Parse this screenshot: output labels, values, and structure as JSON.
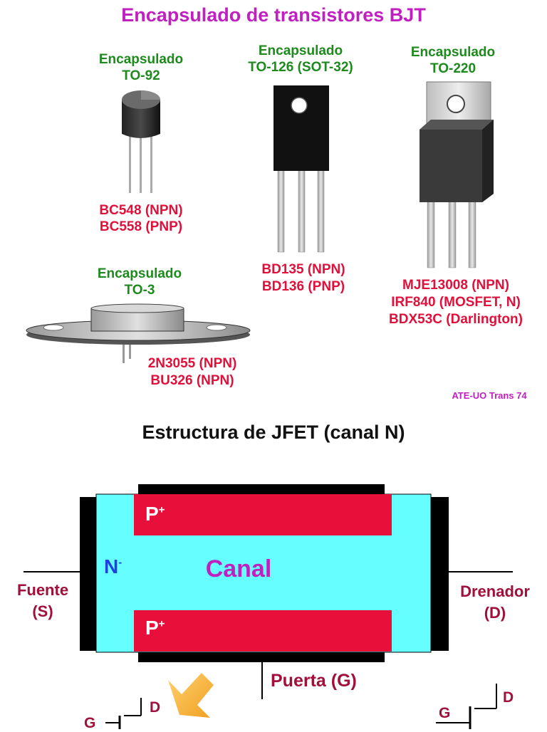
{
  "slide1": {
    "title": "Encapsulado de transistores BJT",
    "packages": {
      "to92": {
        "label1": "Encapsulado",
        "label2": "TO-92",
        "part1": "BC548 (NPN)",
        "part2": "BC558 (PNP)"
      },
      "to126": {
        "label1": "Encapsulado",
        "label2": "TO-126 (SOT-32)",
        "part1": "BD135 (NPN)",
        "part2": "BD136 (PNP)"
      },
      "to220": {
        "label1": "Encapsulado",
        "label2": "TO-220",
        "part1": "MJE13008 (NPN)",
        "part2": "IRF840 (MOSFET, N)",
        "part3": "BDX53C (Darlington)"
      },
      "to3": {
        "label1": "Encapsulado",
        "label2": "TO-3",
        "part1": "2N3055 (NPN)",
        "part2": "BU326 (NPN)"
      }
    },
    "footer": "ATE-UO Trans 74"
  },
  "slide2": {
    "title": "Estructura de JFET (canal N)",
    "p_top": "P",
    "p_bottom": "P",
    "plus": "+",
    "n_label": "N",
    "minus": "-",
    "canal": "Canal",
    "source1": "Fuente",
    "source2": "(S)",
    "drain1": "Drenador",
    "drain2": "(D)",
    "gate": "Puerta (G)",
    "sym_left_g": "G",
    "sym_left_d": "D",
    "sym_right_g": "G",
    "sym_right_d": "D"
  },
  "colors": {
    "title": "#c020c0",
    "package_label": "#1e8a1e",
    "part_number": "#e0103a",
    "terminal_label": "#a0103a",
    "channel": "#66ffff",
    "p_region": "#e8103a",
    "canal_text": "#c020c0",
    "n_text": "#2040e0"
  }
}
